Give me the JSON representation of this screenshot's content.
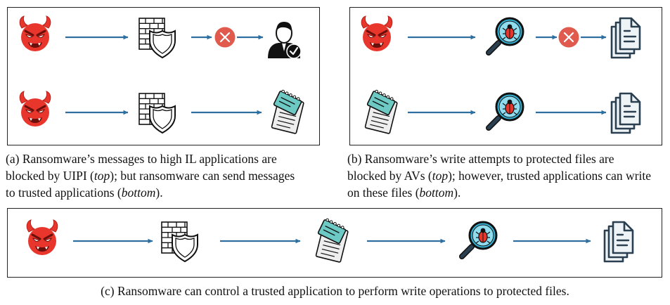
{
  "captions": {
    "a": {
      "label": "(a)",
      "lines": [
        [
          "Ransomware’s messages to high IL applications are"
        ],
        [
          "blocked by UIPI (",
          {
            "i": "top"
          },
          "); but ransomware can send messages"
        ],
        [
          "to trusted applications (",
          {
            "i": "bottom"
          },
          ")."
        ]
      ]
    },
    "b": {
      "label": "(b)",
      "lines": [
        [
          "Ransomware’s write attempts to protected files are"
        ],
        [
          "blocked by AVs (",
          {
            "i": "top"
          },
          "); however, trusted applications can write"
        ],
        [
          "on these files (",
          {
            "i": "bottom"
          },
          ")."
        ]
      ]
    },
    "c": {
      "label": "(c)",
      "lines": [
        [
          "Ransomware can control a trusted application to perform write operations to protected files."
        ]
      ]
    }
  },
  "diagram": {
    "panel_a": {
      "top_row": [
        "devil-ransomware-icon",
        "arrow",
        "firewall-shield-icon",
        "arrow",
        "blocked-x-icon",
        "arrow",
        "verified-user-icon"
      ],
      "bottom_row": [
        "devil-ransomware-icon",
        "arrow",
        "firewall-shield-icon",
        "arrow",
        "notepad-app-icon"
      ]
    },
    "panel_b": {
      "top_row": [
        "devil-ransomware-icon",
        "arrow",
        "antivirus-scan-icon",
        "arrow",
        "blocked-x-icon",
        "arrow",
        "protected-files-icon"
      ],
      "bottom_row": [
        "notepad-app-icon",
        "arrow",
        "antivirus-scan-icon",
        "arrow",
        "protected-files-icon"
      ]
    },
    "panel_c": {
      "row": [
        "devil-ransomware-icon",
        "arrow",
        "firewall-shield-icon",
        "arrow",
        "notepad-app-icon",
        "arrow",
        "antivirus-scan-icon",
        "arrow",
        "protected-files-icon"
      ]
    }
  },
  "colors": {
    "arrow": "#2f6f9f",
    "devil": "#e8362d",
    "block": "#e05a4e",
    "magnifier_lens": "#35b6d8",
    "notepad": "#6cc9c4",
    "files": "#2a3f50",
    "outline": "#111111"
  }
}
